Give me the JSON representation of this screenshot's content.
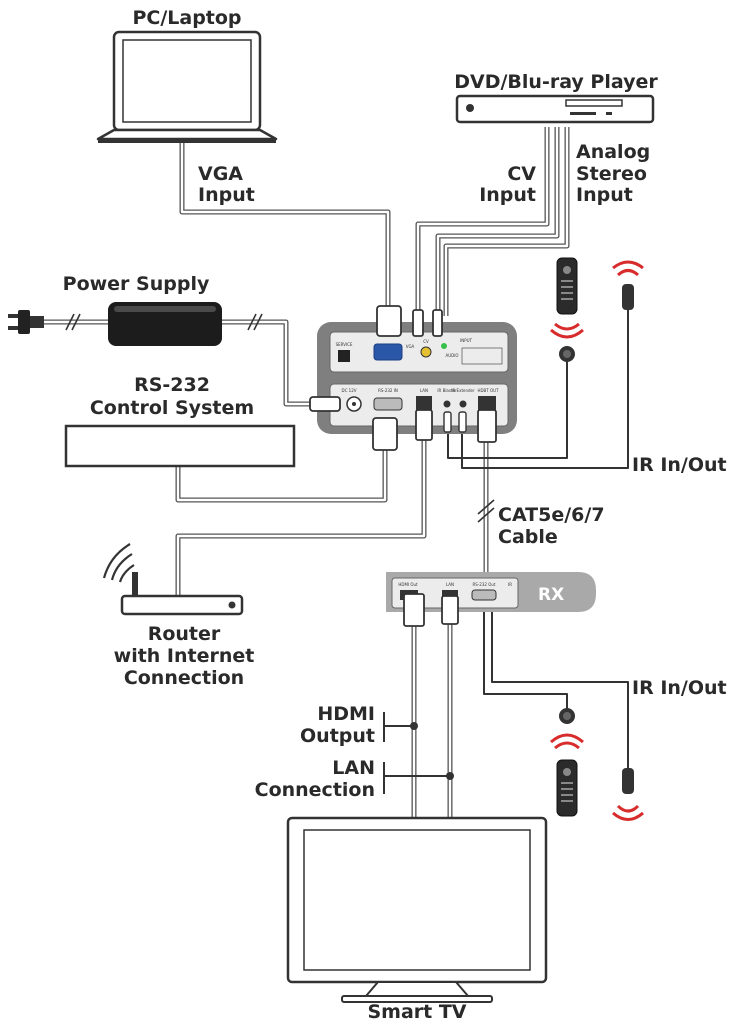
{
  "labels": {
    "pc": "PC/Laptop",
    "dvd": "DVD/Blu-ray Player",
    "vga_1": "VGA",
    "vga_2": "Input",
    "cv_1": "CV",
    "cv_2": "Input",
    "analog_1": "Analog",
    "analog_2": "Stereo",
    "analog_3": "Input",
    "power": "Power Supply",
    "rs232_1": "RS-232",
    "rs232_2": "Control System",
    "ir_top": "IR In/Out",
    "cat_1": "CAT5e/6/7",
    "cat_2": "Cable",
    "router_1": "Router",
    "router_2": "with Internet",
    "router_3": "Connection",
    "rx": "RX",
    "ir_bottom": "IR In/Out",
    "hdmi_1": "HDMI",
    "hdmi_2": "Output",
    "lan_1": "LAN",
    "lan_2": "Connection",
    "tv": "Smart TV"
  },
  "tx_panel": {
    "service": "SERVICE",
    "vga": "VGA",
    "cv": "CV",
    "audio": "AUDIO",
    "input": "INPUT",
    "dc": "DC 12V",
    "rs232": "RS-232 IN",
    "lan": "LAN",
    "ir_blaster": "IR Blaster",
    "ir_extender": "IR Extender",
    "hdbt_out": "HDBT OUT"
  },
  "rx_panel": {
    "hdmi_out": "HDMI Out",
    "lan": "LAN",
    "rs232_out": "RS-232 Out",
    "ir": "IR"
  },
  "colors": {
    "device_gray": "#7f7f7f",
    "panel_light": "#ececec",
    "rx_body": "#a9a9a9",
    "ir_red": "#d82b2b",
    "vga_blue": "#2b57a8",
    "led_green": "#35c04a"
  }
}
